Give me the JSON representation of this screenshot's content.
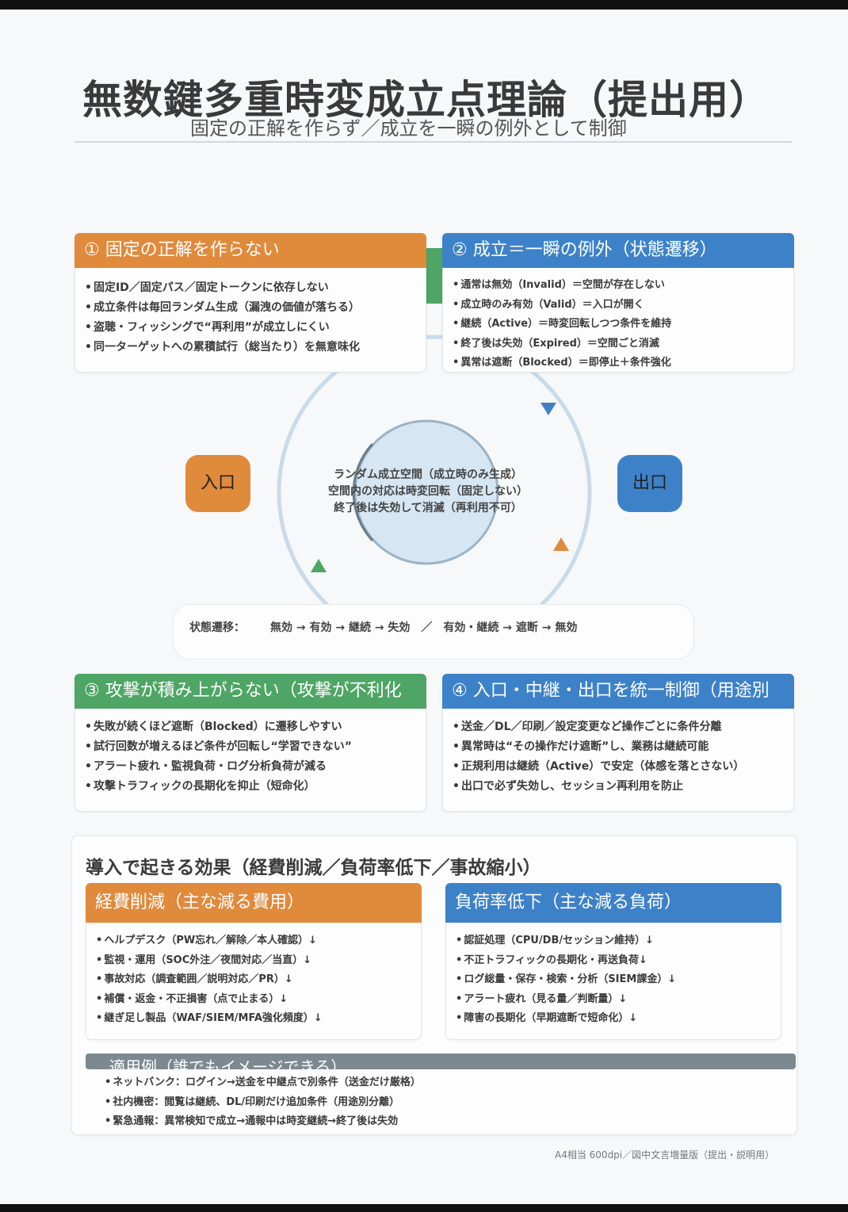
{
  "title": "無数鍵多重時変成立点理論（提出用）",
  "subtitle": "固定の正解を作らず／成立を一瞬の例外として制御",
  "card1": {
    "heading": "① 固定の正解を作らない",
    "items": [
      "固定ID／固定パス／固定トークンに依存しない",
      "成立条件は毎回ランダム生成（漏洩の価値が落ちる）",
      "盗聴・フィッシングで“再利用”が成立しにくい",
      "同一ターゲットへの累積試行（総当たり）を無意味化"
    ]
  },
  "card2": {
    "heading": "② 成立＝一瞬の例外（状態遷移）",
    "items": [
      "通常は無効（Invalid）＝空間が存在しない",
      "成立時のみ有効（Valid）＝入口が開く",
      "継続（Active）＝時変回転しつつ条件を維持",
      "終了後は失効（Expired）＝空間ごと消滅",
      "異常は遮断（Blocked）＝即停止＋条件強化"
    ]
  },
  "diagram": {
    "entry": "入口",
    "exit": "出口",
    "center_lines": [
      "ランダム成立空間（成立時のみ生成）",
      "空間内の対応は時変回転（固定しない）",
      "終了後は失効して消滅（再利用不可）"
    ],
    "state_label": "状態遷移：",
    "state_text": "無効 → 有効 → 継続 → 失効　／　有効・継続 → 遮断 → 無効",
    "colors": {
      "orange": "#e08a3c",
      "blue": "#3d82c8",
      "green": "#4ea565"
    }
  },
  "card3": {
    "heading": "③ 攻撃が積み上がらない（攻撃が不利化",
    "items": [
      "失敗が続くほど遮断（Blocked）に遷移しやすい",
      "試行回数が増えるほど条件が回転し“学習できない”",
      "アラート疲れ・監視負荷・ログ分析負荷が減る",
      "攻撃トラフィックの長期化を抑止（短命化）"
    ]
  },
  "card4": {
    "heading": "④ 入口・中継・出口を統一制御（用途別",
    "items": [
      "送金／DL／印刷／設定変更など操作ごとに条件分離",
      "異常時は“その操作だけ遮断”し、業務は継続可能",
      "正規利用は継続（Active）で安定（体感を落とさない）",
      "出口で必ず失効し、セッション再利用を防止"
    ]
  },
  "effects": {
    "title": "導入で起きる効果（経費削減／負荷率低下／事故縮小）",
    "cost": {
      "heading": "経費削減（主な減る費用）",
      "items": [
        "ヘルプデスク（PW忘れ／解除／本人確認）↓",
        "監視・運用（SOC外注／夜間対応／当直）↓",
        "事故対応（調査範囲／説明対応／PR）↓",
        "補償・返金・不正損害（点で止まる）↓",
        "継ぎ足し製品（WAF/SIEM/MFA強化頻度）↓"
      ]
    },
    "load": {
      "heading": "負荷率低下（主な減る負荷）",
      "items": [
        "認証処理（CPU/DB/セッション維持）↓",
        "不正トラフィックの長期化・再送負荷↓",
        "ログ総量・保存・検索・分析（SIEM課金）↓",
        "アラート疲れ（見る量／判断量）↓",
        "障害の長期化（早期遮断で短命化）↓"
      ]
    },
    "apply": {
      "heading": "適用例（誰でもイメージできる）",
      "items": [
        "ネットバンク：ログイン→送金を中継点で別条件（送金だけ厳格）",
        "社内機密：閲覧は継続、DL/印刷だけ追加条件（用途別分離）",
        "緊急通報：異常検知で成立→通報中は時変継続→終了後は失効"
      ]
    }
  },
  "footer": "A4相当 600dpi／図中文言増量版（提出・説明用）"
}
